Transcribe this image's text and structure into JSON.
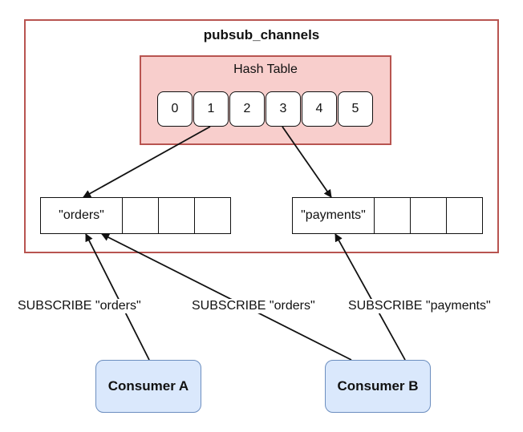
{
  "diagram": {
    "outer_title": "pubsub_channels",
    "hash_table": {
      "title": "Hash Table",
      "slots": [
        "0",
        "1",
        "2",
        "3",
        "4",
        "5"
      ]
    },
    "channels": [
      {
        "name": "\"orders\""
      },
      {
        "name": "\"payments\""
      }
    ],
    "edge_labels": [
      "SUBSCRIBE \"orders\"",
      "SUBSCRIBE \"orders\"",
      "SUBSCRIBE \"payments\""
    ],
    "consumers": [
      "Consumer A",
      "Consumer B"
    ],
    "colors": {
      "outer_border": "#b85450",
      "hash_fill": "#f8cecc",
      "consumer_fill": "#dae8fc",
      "consumer_border": "#6c8ebf"
    }
  }
}
